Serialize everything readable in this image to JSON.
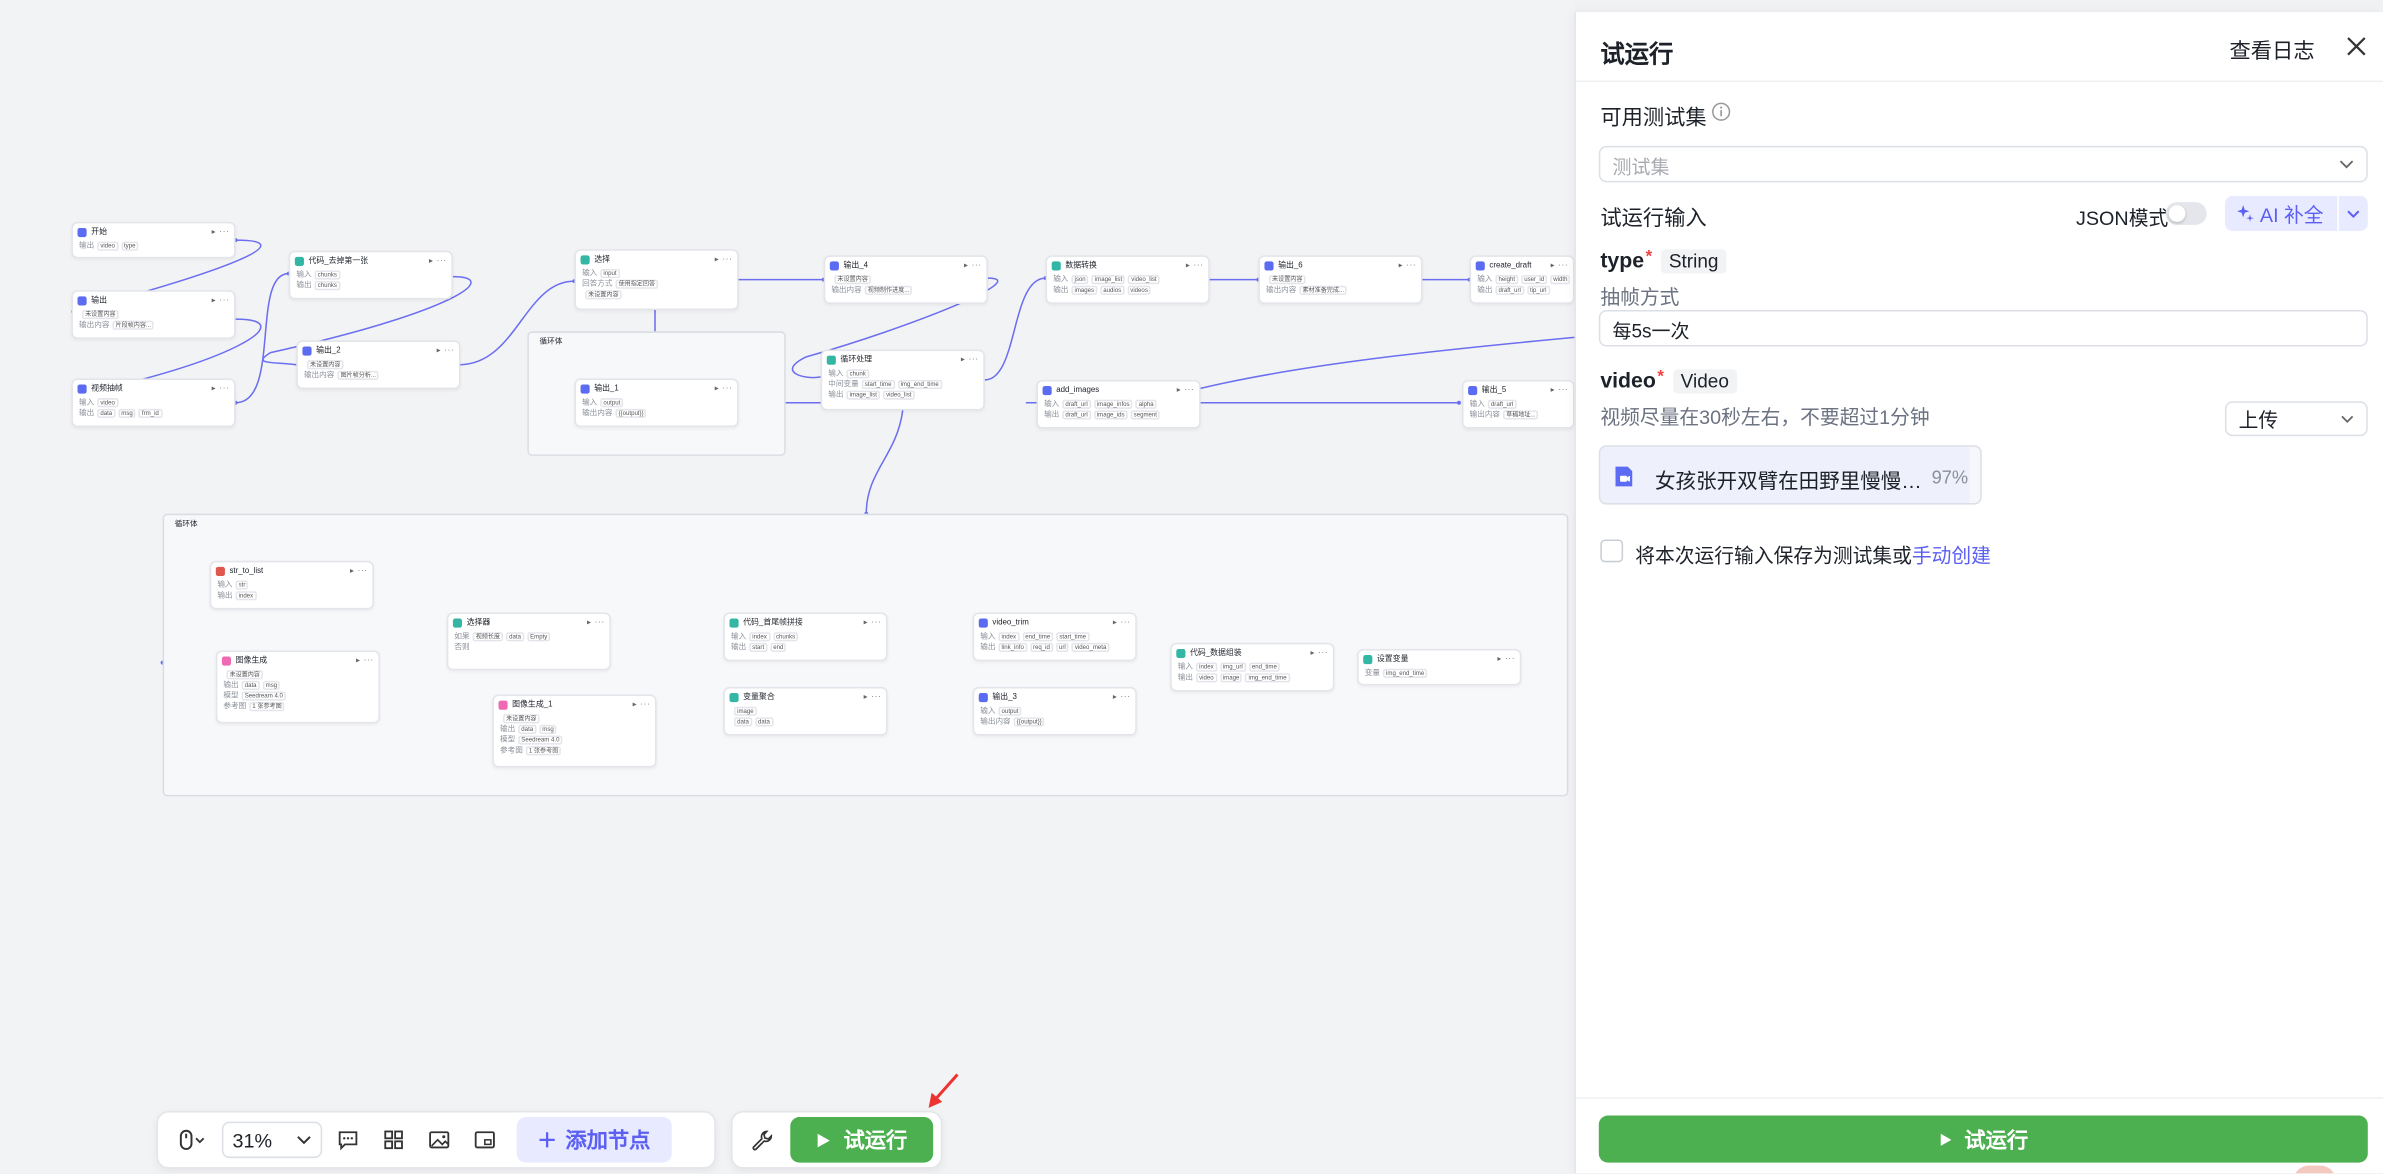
{
  "canvas": {
    "nodes": {
      "start": {
        "title": "开始",
        "r1l": "输出",
        "r1": [
          "video",
          "type"
        ]
      },
      "out1": {
        "title": "输出",
        "r1l": "",
        "r1": [
          "未设置内容"
        ],
        "r2l": "输出内容",
        "r2": [
          "片段帧内容..."
        ]
      },
      "extract": {
        "title": "视频抽帧",
        "r1l": "输入",
        "r1": [
          "video"
        ],
        "r2l": "输出",
        "r2": [
          "data",
          "msg",
          "frm_id"
        ]
      },
      "code1": {
        "title": "代码_去掉第一张",
        "r1l": "输入",
        "r1": [
          "chunks"
        ],
        "r2l": "输出",
        "r2": [
          "chunks"
        ]
      },
      "out2": {
        "title": "输出_2",
        "r1l": "",
        "r1": [
          "未设置内容"
        ],
        "r2l": "输出内容",
        "r2": [
          "图片帧分析..."
        ]
      },
      "sel": {
        "title": "选择",
        "r1l": "输入",
        "r1": [
          "input"
        ],
        "r2l": "回答方式",
        "r2": [
          "使用指定回答"
        ],
        "r3l": "",
        "r3": [
          "未设置内容"
        ]
      },
      "loopA": {
        "title": "循环体"
      },
      "out1b": {
        "title": "输出_1",
        "r1l": "输入",
        "r1": [
          "output"
        ],
        "r2l": "输出内容",
        "r2": [
          "{{output}}"
        ]
      },
      "out4": {
        "title": "输出_4",
        "r1l": "",
        "r1": [
          "未设置内容"
        ],
        "r2l": "输出内容",
        "r2": [
          "视频制作进度..."
        ]
      },
      "loopproc": {
        "title": "循环处理",
        "r1l": "输入",
        "r1": [
          "chunk"
        ],
        "r2l": "中间变量",
        "r2": [
          "start_time",
          "img_end_time"
        ],
        "r3l": "输出",
        "r3": [
          "image_list",
          "video_list"
        ]
      },
      "datatr": {
        "title": "数据转换",
        "r1l": "输入",
        "r1": [
          "json",
          "image_list",
          "video_list"
        ],
        "r2l": "输出",
        "r2": [
          "images",
          "audios",
          "videos"
        ]
      },
      "addimg": {
        "title": "add_images",
        "r1l": "输入",
        "r1": [
          "draft_url",
          "image_infos",
          "alpha"
        ],
        "r2l": "输出",
        "r2": [
          "draft_url",
          "image_ids",
          "segment"
        ]
      },
      "out6": {
        "title": "输出_6",
        "r1l": "",
        "r1": [
          "未设置内容"
        ],
        "r2l": "输出内容",
        "r2": [
          "素材准备完成..."
        ]
      },
      "draft": {
        "title": "create_draft",
        "r1l": "输入",
        "r1": [
          "height",
          "user_id",
          "width"
        ],
        "r2l": "输出",
        "r2": [
          "draft_url",
          "tip_url"
        ]
      },
      "out5": {
        "title": "输出_5",
        "r1l": "输入",
        "r1": [
          "draft_url"
        ],
        "r2l": "输出内容",
        "r2": [
          "草稿地址..."
        ]
      },
      "loopB": {
        "title": "循环体"
      },
      "strlist": {
        "title": "str_to_list",
        "r1l": "输入",
        "r1": [
          "str"
        ],
        "r2l": "输出",
        "r2": [
          "index"
        ]
      },
      "imggen": {
        "title": "图像生成",
        "r1l": "",
        "r1": [
          "未设置内容"
        ],
        "r2l": "输出",
        "r2": [
          "data",
          "msg"
        ],
        "r3l": "模型",
        "r3": [
          "Seedream 4.0"
        ],
        "r4l": "参考图",
        "r4": [
          "1 张参考图"
        ]
      },
      "selector": {
        "title": "选择器",
        "r1l": "如果",
        "r1": [
          "视频长度",
          "data",
          "Empty"
        ],
        "r2l": "否则",
        "r2": [
          ""
        ]
      },
      "imggen1": {
        "title": "图像生成_1",
        "r1l": "",
        "r1": [
          "未设置内容"
        ],
        "r2l": "输出",
        "r2": [
          "data",
          "msg"
        ],
        "r3l": "模型",
        "r3": [
          "Seedream 4.0"
        ],
        "r4l": "参考图",
        "r4": [
          "1 张参考图"
        ]
      },
      "code2": {
        "title": "代码_首尾帧拼接",
        "r1l": "输入",
        "r1": [
          "index",
          "chunks"
        ],
        "r2l": "输出",
        "r2": [
          "start",
          "end"
        ]
      },
      "varagg": {
        "title": "变量聚合",
        "r1l": "",
        "r1": [
          "image"
        ],
        "r2l": "",
        "r2": [
          "data",
          "data"
        ]
      },
      "vtrim": {
        "title": "video_trim",
        "r1l": "输入",
        "r1": [
          "index",
          "end_time",
          "start_time"
        ],
        "r2l": "输出",
        "r2": [
          "link_info",
          "req_id",
          "url",
          "video_meta"
        ]
      },
      "out3": {
        "title": "输出_3",
        "r1l": "输入",
        "r1": [
          "output"
        ],
        "r2l": "输出内容",
        "r2": [
          "{{output}}"
        ]
      },
      "code3": {
        "title": "代码_数据组装",
        "r1l": "输入",
        "r1": [
          "index",
          "img_url",
          "end_time"
        ],
        "r2l": "输出",
        "r2": [
          "video",
          "image",
          "img_end_time"
        ]
      },
      "setvar": {
        "title": "设置变量",
        "r1l": "变量",
        "r1": [
          "img_end_time"
        ]
      }
    }
  },
  "toolbar": {
    "zoom": "31%",
    "add_node_label": "添加节点",
    "run_label": "试运行"
  },
  "panel": {
    "title": "试运行",
    "log_label": "查看日志",
    "testset_label": "可用测试集",
    "testset_placeholder": "测试集",
    "input_label": "试运行输入",
    "json_mode_label": "JSON模式",
    "ai_fill_label": "AI 补全",
    "type_field": {
      "name": "type",
      "type_tag": "String",
      "desc": "抽帧方式",
      "value": "每5s一次"
    },
    "video_field": {
      "name": "video",
      "type_tag": "Video",
      "desc": "视频尽量在30秒左右，不要超过1分钟",
      "upload_label": "上传",
      "file_name": "女孩张开双臂在田野里慢慢…",
      "progress": "97%"
    },
    "save_text": "将本次运行输入保存为测试集或",
    "save_link": "手动创建",
    "run_button": "试运行"
  },
  "colors": {
    "accent": "#5b5ff2",
    "run_green": "#4caf50",
    "edge": "#6b6ef0"
  }
}
